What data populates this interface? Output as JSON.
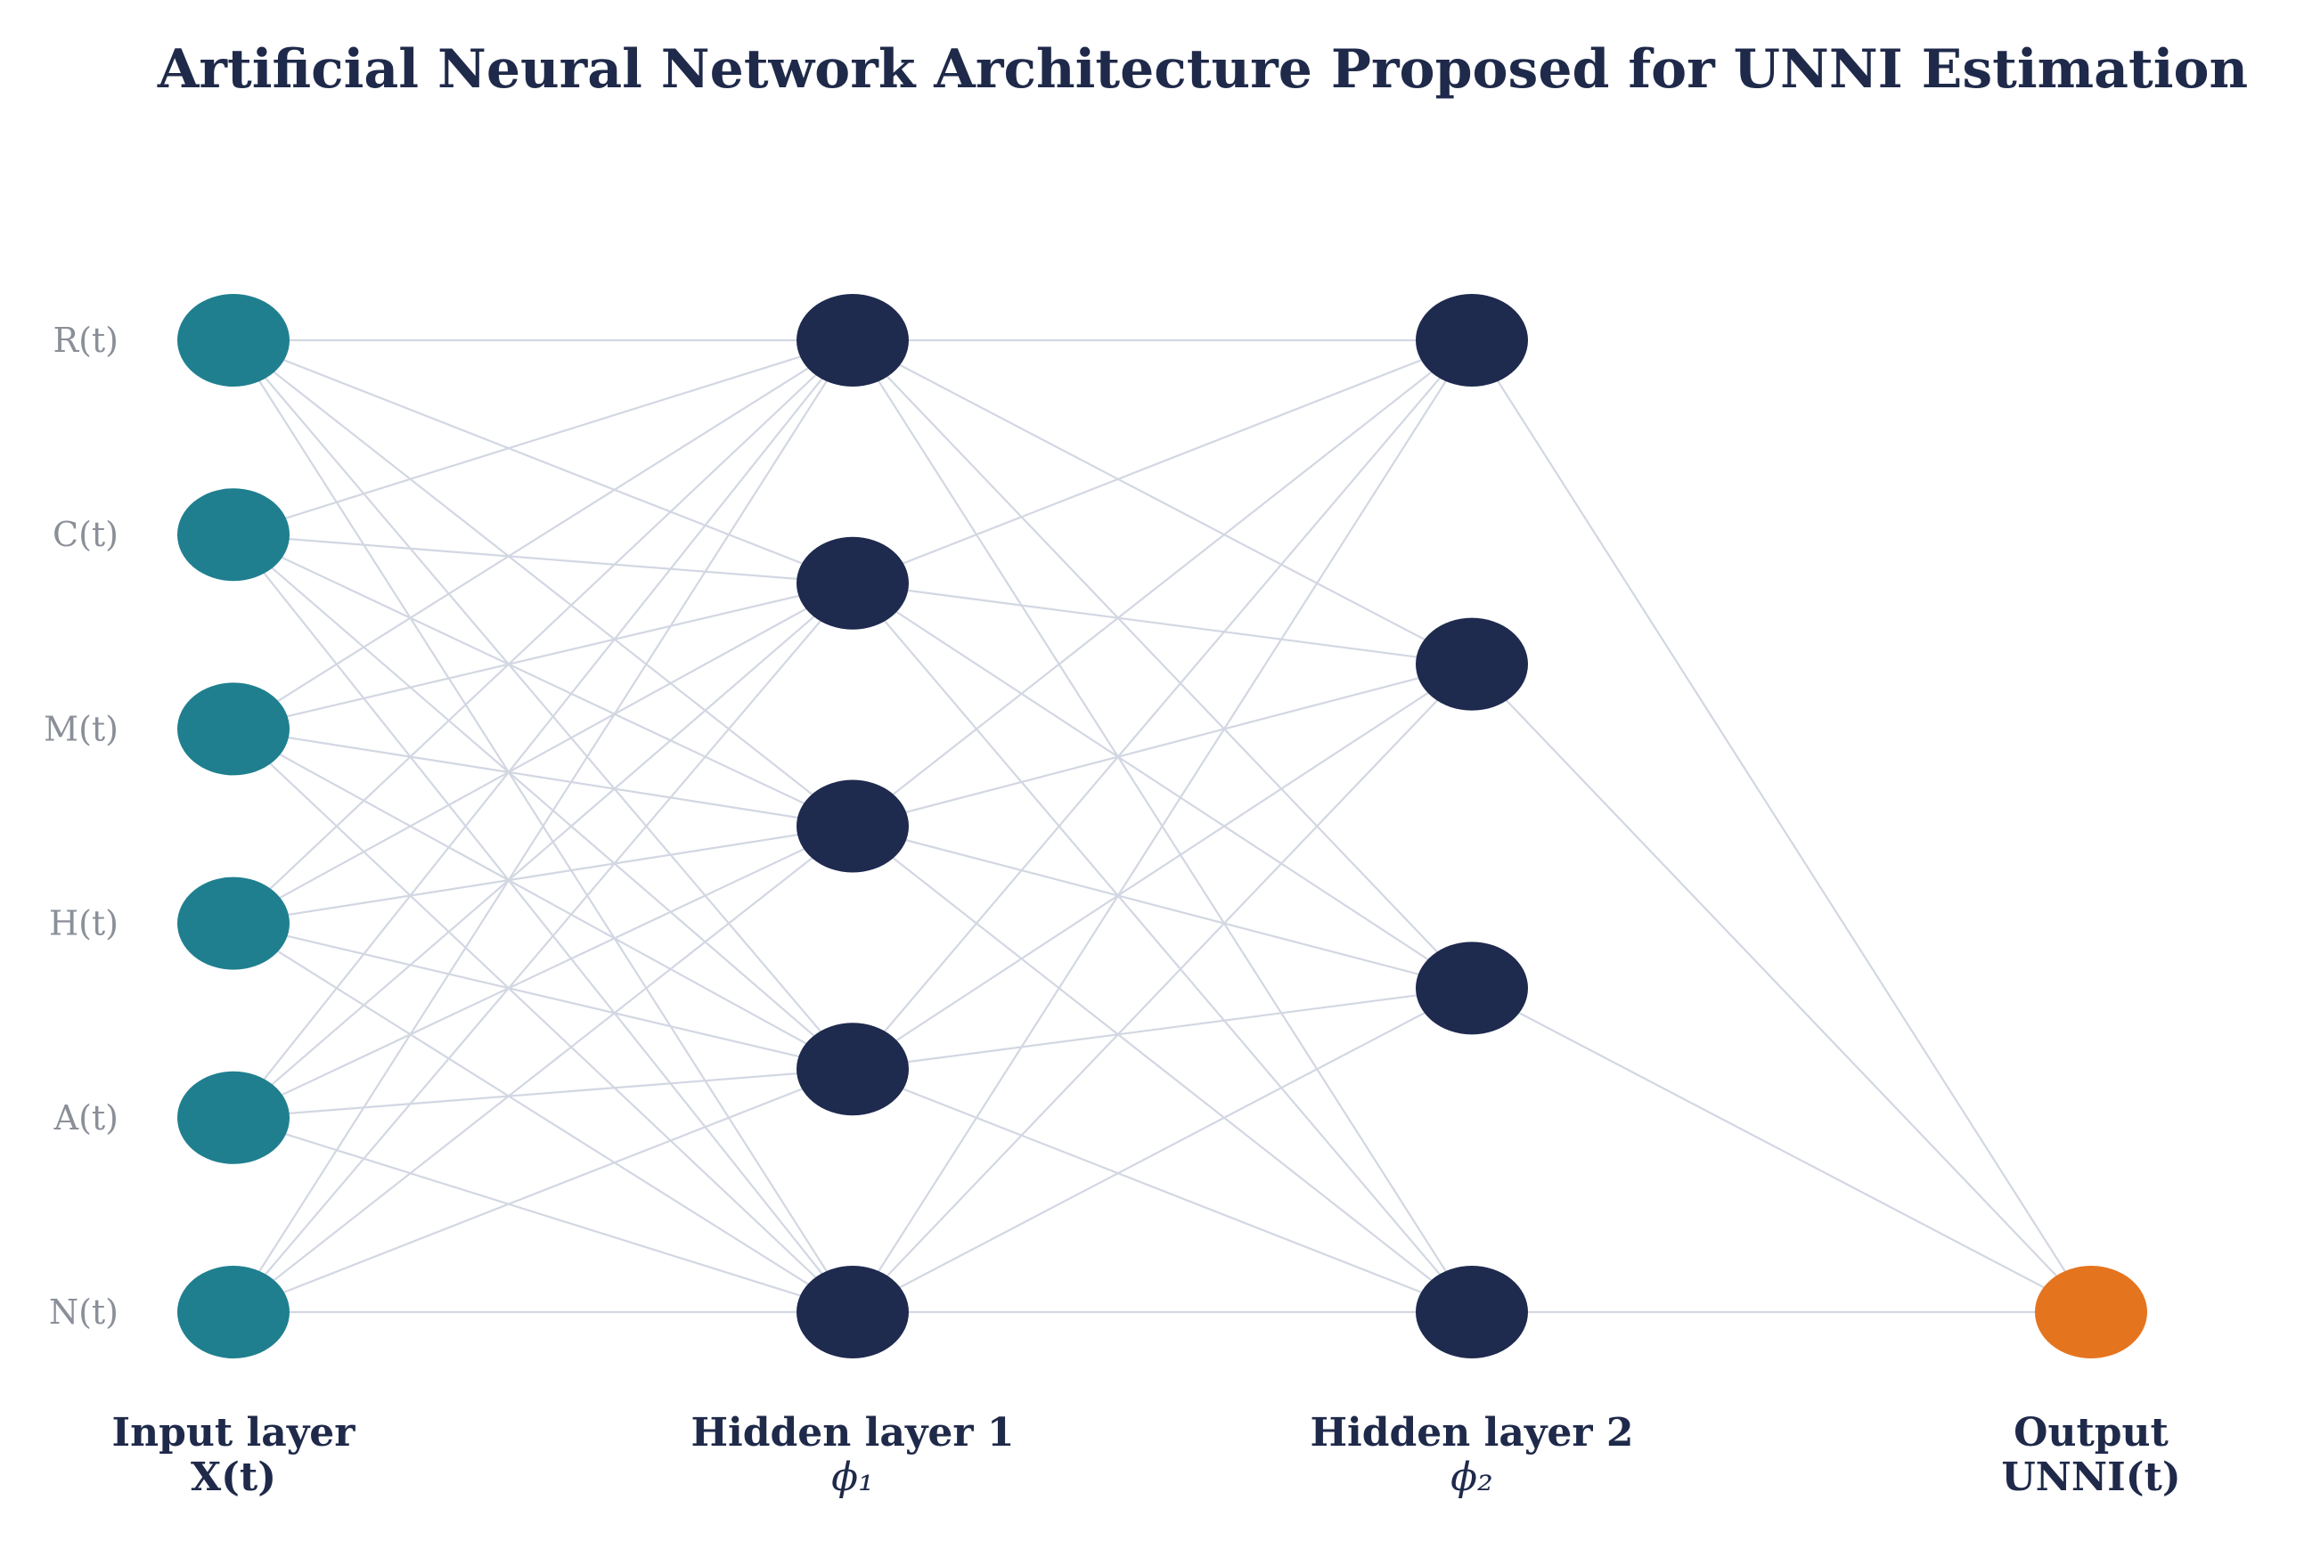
{
  "title": "Artificial Neural Network Architecture Proposed for UNNI Estimation",
  "colors": {
    "input_node": "#1f7f8f",
    "hidden_node": "#1e2a4e",
    "output_node": "#e5741f",
    "edge": "#d2d7e2",
    "title_text": "#1f2a4a",
    "input_label_text": "#8a8f98"
  },
  "layers": [
    {
      "id": "input",
      "label": "Input layer",
      "sublabel": "X(t)",
      "node_count": 6,
      "node_role": "input"
    },
    {
      "id": "hidden1",
      "label": "Hidden layer 1",
      "sublabel": "ϕ₁",
      "node_count": 5,
      "node_role": "hidden"
    },
    {
      "id": "hidden2",
      "label": "Hidden layer 2",
      "sublabel": "ϕ₂",
      "node_count": 4,
      "node_role": "hidden"
    },
    {
      "id": "output",
      "label": "Output",
      "sublabel": "UNNI(t)",
      "node_count": 1,
      "node_role": "output"
    }
  ],
  "input_labels": [
    "R(t)",
    "C(t)",
    "M(t)",
    "H(t)",
    "A(t)",
    "N(t)"
  ]
}
